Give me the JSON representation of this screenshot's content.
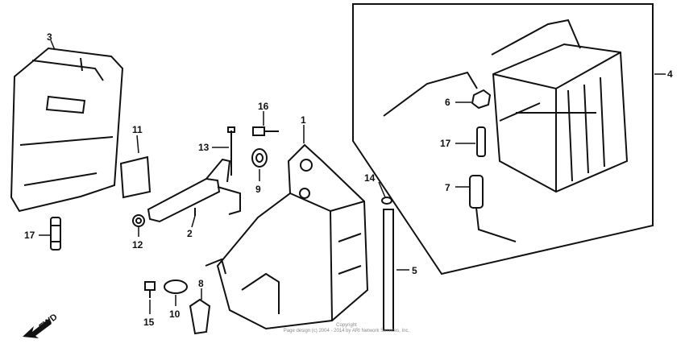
{
  "callouts": [
    {
      "id": "3",
      "text": "3"
    },
    {
      "id": "11",
      "text": "11"
    },
    {
      "id": "17a",
      "text": "17"
    },
    {
      "id": "13",
      "text": "13"
    },
    {
      "id": "16",
      "text": "16"
    },
    {
      "id": "1",
      "text": "1"
    },
    {
      "id": "9",
      "text": "9"
    },
    {
      "id": "2",
      "text": "2"
    },
    {
      "id": "12",
      "text": "12"
    },
    {
      "id": "14",
      "text": "14"
    },
    {
      "id": "5",
      "text": "5"
    },
    {
      "id": "8",
      "text": "8"
    },
    {
      "id": "10",
      "text": "10"
    },
    {
      "id": "15",
      "text": "15"
    },
    {
      "id": "6",
      "text": "6"
    },
    {
      "id": "17b",
      "text": "17"
    },
    {
      "id": "7",
      "text": "7"
    },
    {
      "id": "4",
      "text": "4"
    }
  ],
  "direction": {
    "label": "FWD"
  },
  "copyright": {
    "line1": "Copyright",
    "line2": "Page design (c) 2004 - 2014 by ARI Network Services, Inc."
  }
}
